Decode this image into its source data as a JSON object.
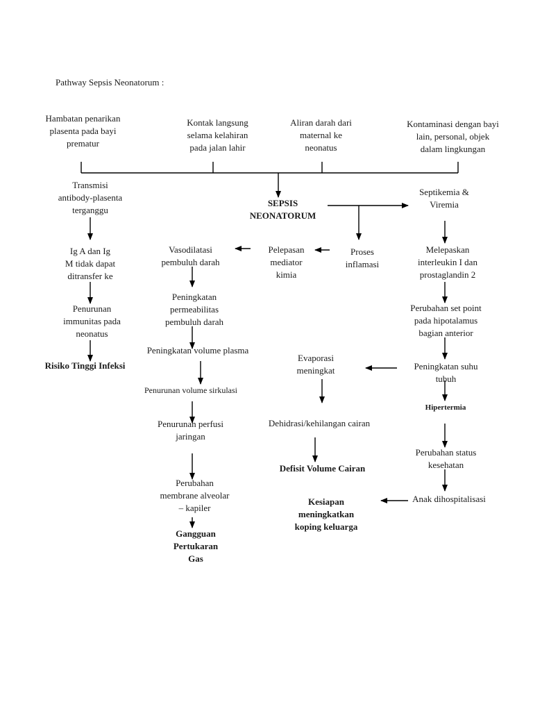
{
  "title": "Pathway Sepsis Neonatorum :",
  "nodes": {
    "hambatan": "Hambatan penarikan\nplasenta pada bayi\nprematur",
    "kontak": "Kontak langsung\nselama kelahiran\npada jalan lahir",
    "aliran": "Aliran darah dari\nmaternal ke\nneonatus",
    "kontaminasi": "Kontaminasi dengan bayi\nlain, personal, objek\ndalam lingkungan",
    "transmisi": "Transmisi\nantibody-plasenta\nterganggu",
    "sepsis": "SEPSIS\nNEONATORUM",
    "septikemia": "Septikemia &\nViremia",
    "iga": "Ig A dan Ig\nM tidak dapat\nditransfer ke",
    "vasodilatasi": "Vasodilatasi\npembuluh darah",
    "pelepasan": "Pelepasan\nmediator\nkimia",
    "proses": "Proses\ninflamasi",
    "melepaskan": "Melepaskan\ninterleukin I dan\nprostaglandin 2",
    "penurunan_imun": "Penurunan\nimmunitas pada\nneonatus",
    "permeabilitas": "Peningkatan\npermeabilitas\npembuluh darah",
    "setpoint": "Perubahan set point\npada hipotalamus\nbagian anterior",
    "risiko": "Risiko Tinggi Infeksi",
    "vol_plasma": "Peningkatan volume plasma",
    "evaporasi": "Evaporasi\nmeningkat",
    "suhu": "Peningkatan suhu\ntubuh",
    "vol_sirkulasi": "Penurunan volume sirkulasi",
    "hipertermia": "Hipertermia",
    "perfusi": "Penurunan perfusi\njaringan",
    "dehidrasi": "Dehidrasi/kehilangan cairan",
    "status": "Perubahan status\nkesehatan",
    "defisit": "Defisit  Volume Cairan",
    "membrane": "Perubahan\nmembrane alveolar\n– kapiler",
    "kesiapan": "Kesiapan\nmeningkatkan\nkoping keluarga",
    "hospitalisasi": "Anak dihospitalisasi",
    "gangguan": "Gangguan\nPertukaran\nGas"
  }
}
